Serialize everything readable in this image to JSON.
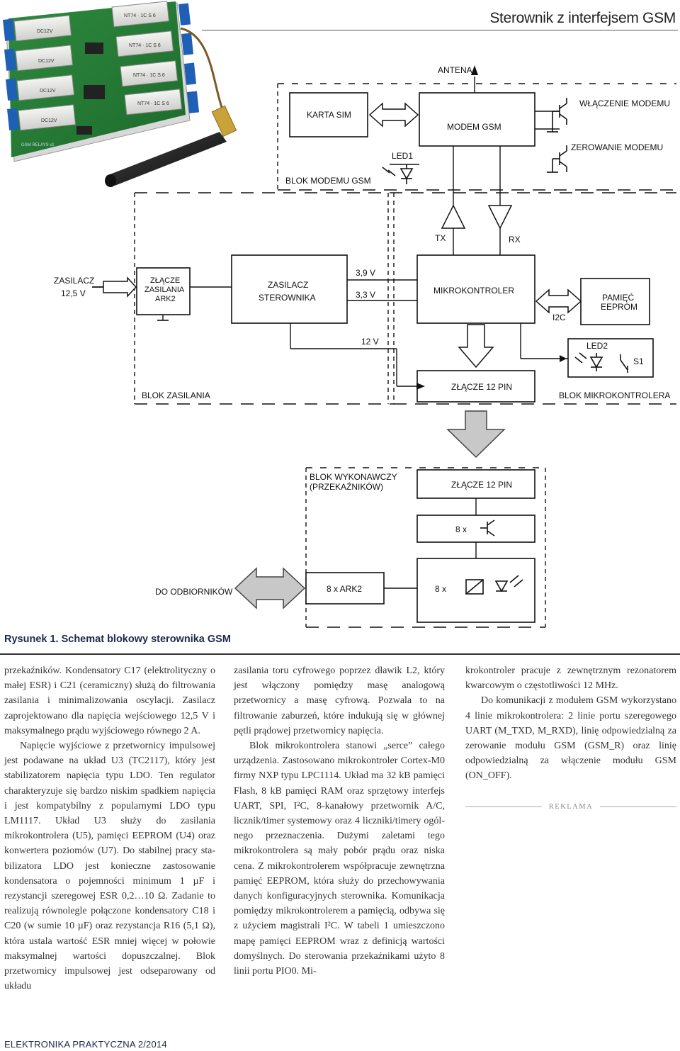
{
  "header": {
    "title": "Sterownik z interfejsem GSM"
  },
  "diagram": {
    "antena": "ANTENA",
    "karta_sim": "KARTA SIM",
    "modem_gsm": "MODEM GSM",
    "wlaczenie_modemu": "WŁĄCZENIE MODEMU",
    "zerowanie_modemu": "ZEROWANIE MODEMU",
    "led1": "LED1",
    "blok_modemu": "BLOK MODEMU GSM",
    "tx": "TX",
    "rx": "RX",
    "zasilacz_lines": [
      "ZASILACZ",
      "12,5 V"
    ],
    "zlacze_zasilania_lines": [
      "ZŁĄCZE",
      "ZASILANIA",
      "ARK2"
    ],
    "zasilacz_sterownika_lines": [
      "ZASILACZ",
      "STEROWNIKA"
    ],
    "v39": "3,9 V",
    "v33": "3,3 V",
    "v12": "12 V",
    "mikrokontroler": "MIKROKONTROLER",
    "i2c": "I2C",
    "pamiec_lines": [
      "PAMIĘĆ",
      "EEPROM"
    ],
    "led2": "LED2",
    "s1": "S1",
    "blok_zasilania": "BLOK ZASILANIA",
    "zlacze_12pin": "ZŁĄCZE 12 PIN",
    "blok_mikrokontrolera": "BLOK MIKROKONTROLERA",
    "blok_wykonawczy_lines": [
      "BLOK WYKONAWCZY",
      "(PRZEKAŹNIKÓW)"
    ],
    "zlacze_12pin_2": "ZŁĄCZE 12 PIN",
    "x8_a": "8 x",
    "do_odbiornikow": "DO ODBIORNIKÓW",
    "ark2_8x": "8 x ARK2",
    "x8_b": "8 x"
  },
  "photo": {
    "relay_label_top": "NT74 · 1C S 6",
    "relay_label_sub": "DC12V",
    "board_text": "GSM RELAYS v1"
  },
  "caption": "Rysunek 1. Schemat blokowy sterownika GSM",
  "columns": {
    "col1": [
      "przekaźników. Kondensatory C17 (elektroli­tyczny o małej ESR) i C21 (ceramiczny) służą do filtrowania zasilania i minimalizowania oscylacji. Zasilacz zaprojektowano dla na­pięcia wejściowego 12,5 V i maksymalnego prądu wyjściowego równego 2 A.",
      "Napięcie wyjściowe z przetwornicy impulsowej jest podawane na układ U3 (TC2117), który jest stabilizatorem napięcia typu LDO. Ten regulator charakteryzuje się bardzo niskim spadkiem napięcia i jest kom­patybilny z popularnymi LDO typu LM1117. Układ U3 służy do zasilania mikrokontrolera (U5), pamięci EEPROM (U4) oraz konwer­tera poziomów (U7). Do stabilnej pracy sta­bilizatora LDO jest konieczne zastosowanie kondensatora o pojemności minimum 1 µF i rezystancji szeregowej ESR 0,2…10 Ω. Za­danie to realizują równolegle połączone kon­densatory C18 i C20 (w sumie 10 µF) oraz rezystancja R16 (5,1 Ω), która ustala wartość ESR mniej więcej w połowie maksymalnej wartości dopuszczalnej. Blok przetwornicy impulsowej jest odseparowany od układu"
    ],
    "col2": [
      "zasilania toru cyfrowego poprzez dławik L2, który jest włączony pomiędzy masę analogo­wą przetwornicy a masę cyfrową. Pozwala to na filtrowanie zaburzeń, które indukują się w głównej pętli prądowej przetwornicy na­pięcia.",
      "Blok mikrokontrolera stanowi „serce” całego urządzenia. Zastosowano mikrokon­troler Cortex-M0 firmy NXP typu LPC1114. Układ ma 32 kB pamięci Flash, 8 kB pamię­ci RAM oraz sprzętowy interfejs UART, SPI, I²C, 8-kanałowy przetwornik A/C, licznik/timer systemowy oraz 4 liczniki/timery ogól­nego przeznaczenia. Dużymi zaletami tego mikrokontrolera są mały pobór prądu oraz niska cena. Z mikrokontrolerem współpracu­je zewnętrzna pamięć EEPROM, która służy do przechowywania danych konfiguracyj­nych sterownika. Komunikacja pomiędzy mikrokontrolerem a pamięcią, odbywa się z użyciem magistrali I²C. W tabeli 1 umiesz­czono mapę pamięci EEPROM wraz z defi­nicją wartości domyślnych. Do sterowania przekaźnikami użyto 8 linii portu PIO0. Mi-"
    ],
    "col3": [
      "krokontroler pracuje z zewnętrznym rezona­torem kwarcowym o częstotliwości 12 MHz.",
      "Do komunikacji z modułem GSM wy­korzystano 4 linie mikrokontrolera: 2 linie portu szeregowego UART (M_TXD, M_RXD), linię odpowiedzialną za zerowanie modułu GSM (GSM_R) oraz linię odpowiedzialną za włączenie modułu GSM (ON_OFF)."
    ],
    "reklama": "REKLAMA"
  },
  "footer": "ELEKTRONIKA PRAKTYCZNA 2/2014"
}
